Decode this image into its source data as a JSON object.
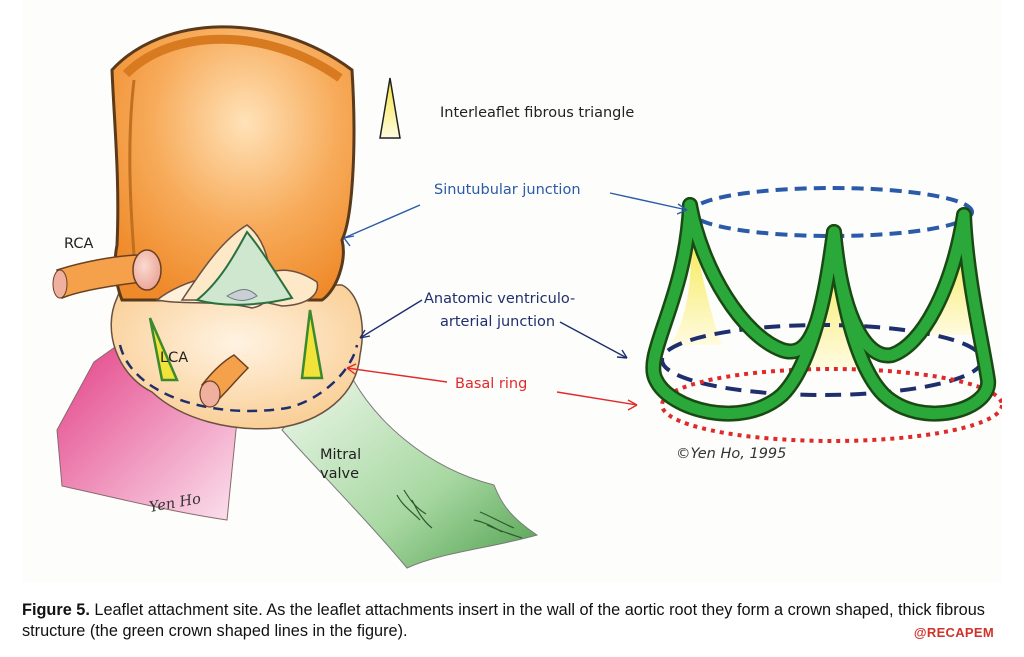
{
  "labels": {
    "legend_triangle": "Interleaflet fibrous triangle",
    "stj": "Sinutubular junction",
    "avj_line1": "Anatomic ventriculo-",
    "avj_line2": "arterial junction",
    "basal": "Basal ring",
    "rca": "RCA",
    "lca": "LCA",
    "mitral_line1": "Mitral",
    "mitral_line2": "valve",
    "signature": "Yen Ho",
    "copyright": "©Yen Ho, 1995"
  },
  "caption": {
    "figure_label": "Figure 5.",
    "text": "Leaflet attachment site. As the leaflet attachments insert in the wall of the aortic root they form a crown shaped, thick fibrous structure (the green crown shaped lines in the figure).",
    "watermark": "@RECAPEM"
  },
  "colors": {
    "aorta_orange": "#f5a04a",
    "crown_green": "#1e9a2e",
    "triangle_yellow": "#f2e33a",
    "stj_blue": "#2a5aa8",
    "avj_navy": "#1f2f6e",
    "basal_red": "#e02a2a",
    "pink_tissue": "#e0508f",
    "mitral_green": "#7cc47a"
  }
}
